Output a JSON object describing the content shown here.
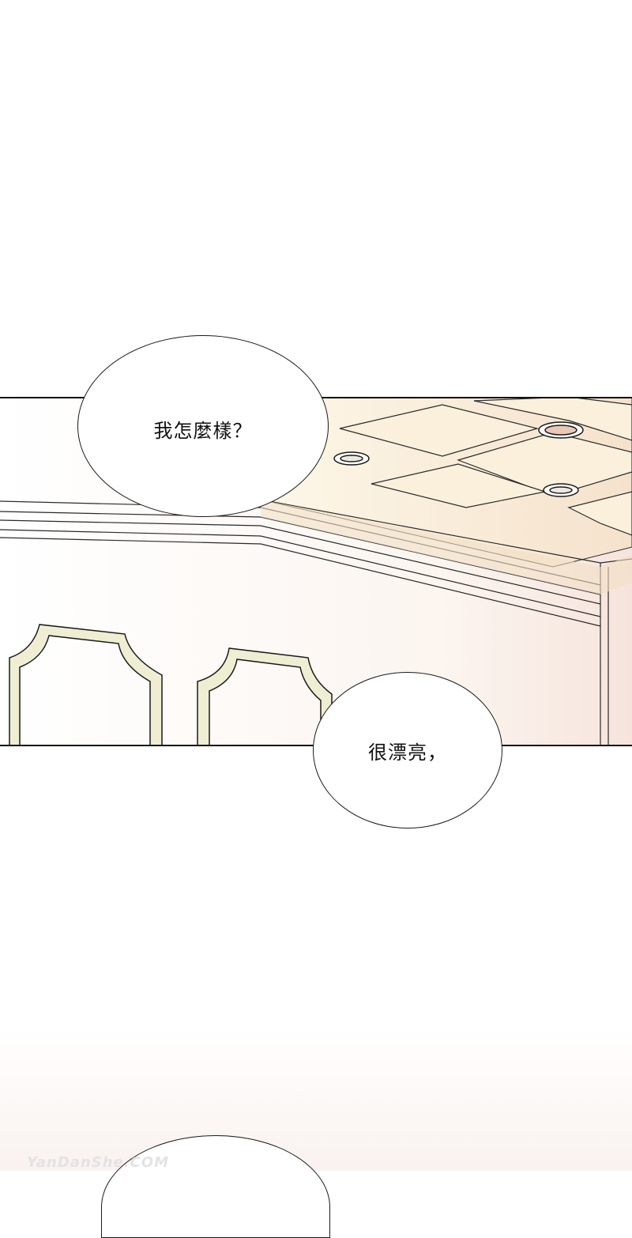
{
  "panel": {
    "colors": {
      "border": "#1a1a1a",
      "ceiling": "#f7ecd6",
      "ceiling_shade": "#ead9b4",
      "wall": "#fbf4ee",
      "frame": "#efeed3"
    }
  },
  "dialogue": {
    "bubble1": "我怎麼樣？",
    "bubble2": "很漂亮，",
    "bubble3": ""
  },
  "watermark": "YanDanShe.COM"
}
